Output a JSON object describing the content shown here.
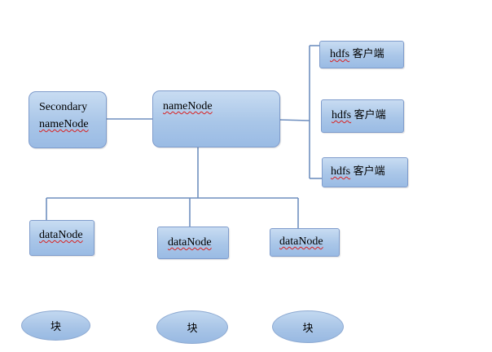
{
  "secondary": {
    "line1": "Secondary",
    "line2": "nameNode"
  },
  "namenode": {
    "label": "nameNode"
  },
  "clients": [
    {
      "prefix": "hdfs",
      "suffix": "客户端"
    },
    {
      "prefix": "hdfs",
      "suffix": "客户端"
    },
    {
      "prefix": "hdfs",
      "suffix": "客户端"
    }
  ],
  "datanodes": [
    {
      "label": "dataNode"
    },
    {
      "label": "dataNode"
    },
    {
      "label": "dataNode"
    }
  ],
  "blocks": [
    {
      "label": "块"
    },
    {
      "label": "块"
    },
    {
      "label": "块"
    }
  ],
  "colors": {
    "node_fill": "#a9c6e8",
    "node_border": "#7f9ccc",
    "connector": "#6f8fbf",
    "spellcheck_underline": "#d92020"
  }
}
